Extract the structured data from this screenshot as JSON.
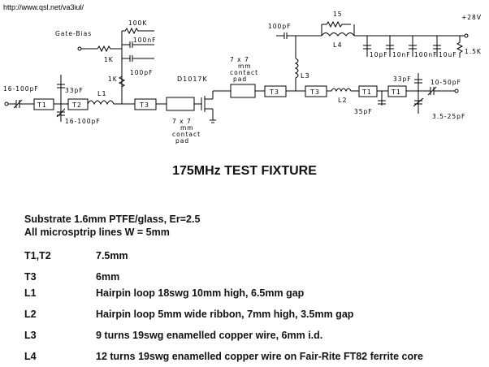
{
  "url": "http://www.qsl.net/va3iul/",
  "schematic": {
    "gate_bias": "Gate-Bias",
    "r_100k": "100K",
    "c_100nf_top": "100nF",
    "r_1k_a": "1K",
    "c_100pf_gate": "100pF",
    "r_1k_b": "1K",
    "in_cap": "16-100pF",
    "c_33pf_in": "33pF",
    "t1a": "T1",
    "t2": "T2",
    "l1": "L1",
    "c_16_100pf_trim": "16-100pF",
    "t3a": "T3",
    "device": "D1017K",
    "pad_top": [
      "7 x 7",
      "mm",
      "contact",
      "pad"
    ],
    "pad_bottom": [
      "7 x 7",
      "mm",
      "contact",
      "pad"
    ],
    "c_100pf_supply": "100pF",
    "r_15": "15",
    "l4": "L4",
    "supply": "+28V",
    "caps_supply": [
      "10pF",
      "10nF",
      "100nF",
      "10uF"
    ],
    "r_1_5k": "1.5K",
    "l3": "L3",
    "t3b": "T3",
    "t3c": "T3",
    "l2": "L2",
    "t1b": "T1",
    "t1c": "T1",
    "c_35pf": "35pF",
    "c_33pf_out": "33pF",
    "out_cap": "10-50pF",
    "c_3_5_25pf": "3.5-25pF"
  },
  "title": "175MHz TEST FIXTURE",
  "notes": {
    "line1": "Substrate 1.6mm PTFE/glass, Er=2.5",
    "line2": "All microsptrip lines W = 5mm"
  },
  "specs": [
    {
      "key": "T1,T2",
      "value": "7.5mm"
    },
    {
      "key": "T3",
      "value": "6mm"
    },
    {
      "key": "L1",
      "value": "Hairpin loop 18swg 10mm high, 6.5mm gap"
    },
    {
      "key": "L2",
      "value": "Hairpin loop 5mm wide ribbon, 7mm high, 3.5mm gap"
    },
    {
      "key": "L3",
      "value": "9 turns 19swg enamelled copper wire, 6mm i.d."
    },
    {
      "key": "L4",
      "value": "12 turns 19swg enamelled copper wire on Fair-Rite FT82 ferrite core"
    }
  ]
}
